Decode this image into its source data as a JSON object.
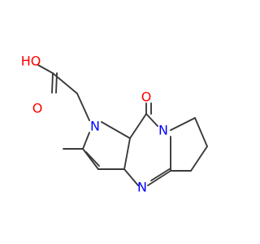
{
  "colors": {
    "bond": "#3a3a3a",
    "oxygen": "#ff0000",
    "nitrogen": "#0000ff"
  },
  "atoms": {
    "ho": "HO",
    "o_acid": "O",
    "o_ketone": "O",
    "n_pyrrole": "N",
    "n_amide": "N",
    "n_imine": "N"
  }
}
